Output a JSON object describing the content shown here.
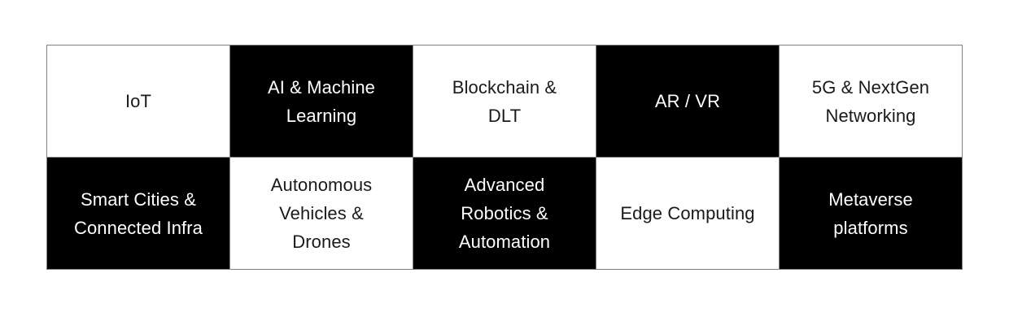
{
  "diagram": {
    "type": "checkerboard-matrix",
    "rows": 2,
    "columns": 5,
    "colors": {
      "light_background": "#ffffff",
      "light_text": "#1a1a1a",
      "dark_background": "#000000",
      "dark_text": "#ffffff",
      "grid_line": "#808080",
      "page_background": "#ffffff"
    },
    "cells": [
      {
        "id": "iot",
        "label": "IoT",
        "tone": "light"
      },
      {
        "id": "ai-machine-learning",
        "label": "AI & Machine\nLearning",
        "tone": "dark"
      },
      {
        "id": "blockchain-dlt",
        "label": "Blockchain &\nDLT",
        "tone": "light"
      },
      {
        "id": "ar-vr",
        "label": "AR / VR",
        "tone": "dark"
      },
      {
        "id": "5g-nextgen",
        "label": "5G & NextGen\nNetworking",
        "tone": "light"
      },
      {
        "id": "smart-cities",
        "label": "Smart Cities &\nConnected Infra",
        "tone": "dark"
      },
      {
        "id": "autonomous-vehicles",
        "label": "Autonomous\nVehicles &\nDrones",
        "tone": "light"
      },
      {
        "id": "advanced-robotics",
        "label": "Advanced\nRobotics &\nAutomation",
        "tone": "dark"
      },
      {
        "id": "edge-computing",
        "label": "Edge Computing",
        "tone": "light"
      },
      {
        "id": "metaverse",
        "label": "Metaverse\nplatforms",
        "tone": "dark"
      }
    ]
  }
}
